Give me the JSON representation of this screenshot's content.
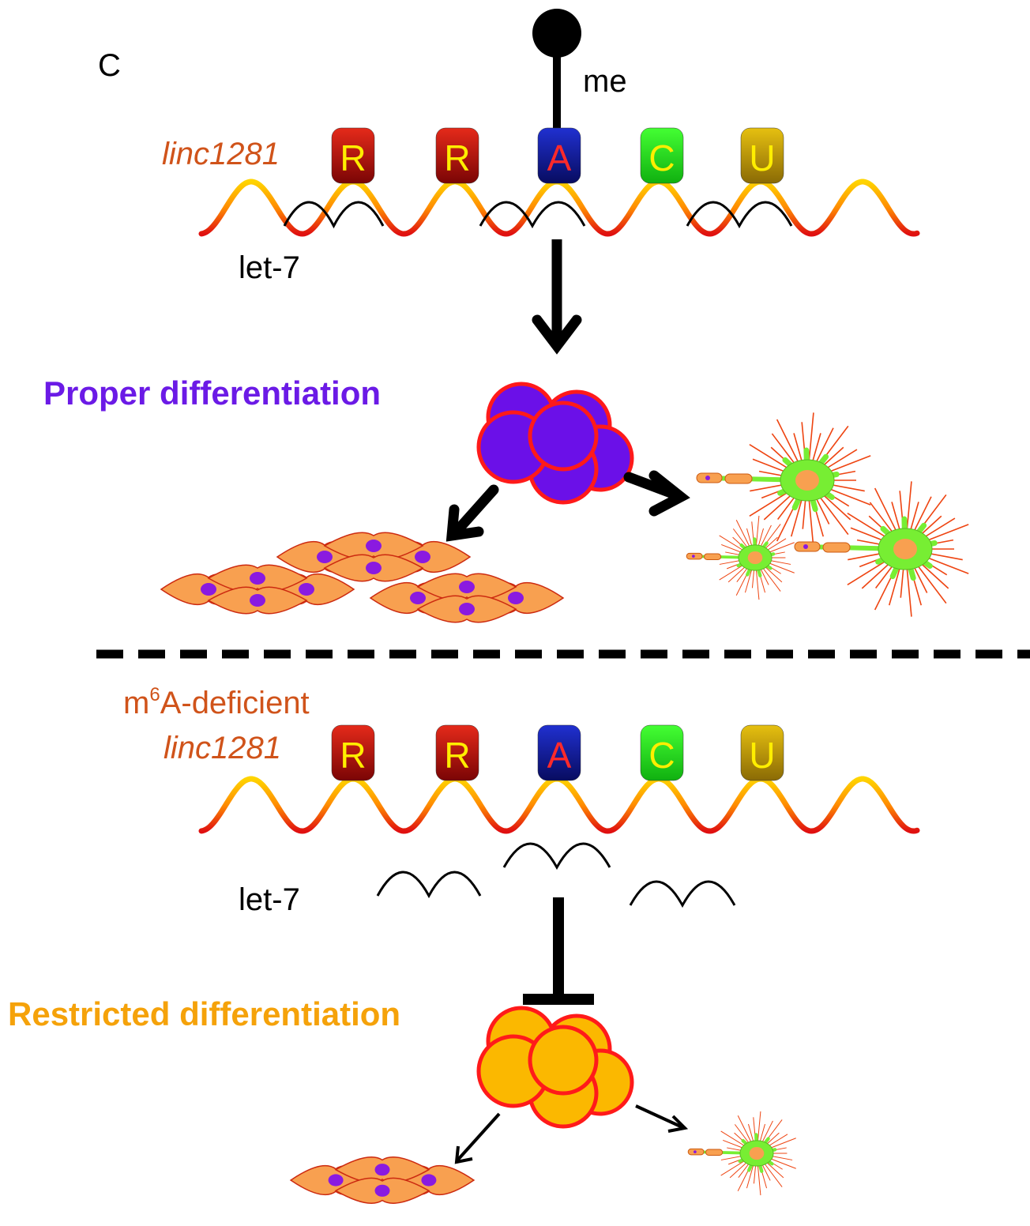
{
  "panel_label": "C",
  "top": {
    "methyl_label": "me",
    "rna_name": "linc1281",
    "mirna_label": "let-7",
    "outcome_label": "Proper differentiation",
    "nucleotides": [
      {
        "letter": "R",
        "color": "#c01010"
      },
      {
        "letter": "R",
        "color": "#c01010"
      },
      {
        "letter": "A",
        "color": "#1020b0"
      },
      {
        "letter": "C",
        "color": "#22dd22"
      },
      {
        "letter": "U",
        "color": "#c9a00a"
      }
    ]
  },
  "bottom": {
    "deficiency_prefix": "m",
    "deficiency_sup": "6",
    "deficiency_suffix": "A-deficient",
    "rna_name": "linc1281",
    "mirna_label": "let-7",
    "outcome_label": "Restricted differentiation",
    "nucleotides": [
      {
        "letter": "R",
        "color": "#c01010"
      },
      {
        "letter": "R",
        "color": "#c01010"
      },
      {
        "letter": "A",
        "color": "#1020b0"
      },
      {
        "letter": "C",
        "color": "#22dd22"
      },
      {
        "letter": "U",
        "color": "#c9a00a"
      }
    ]
  },
  "colors": {
    "stem_cell_top": "#6b10e8",
    "stem_cell_bottom": "#fbb800",
    "cell_outline": "#ff1a1a",
    "fibroblast_fill": "#f8a050",
    "nucleus": "#8a1ae0",
    "neuron_body": "#77ee33",
    "neuron_spikes": "#ee4411"
  }
}
